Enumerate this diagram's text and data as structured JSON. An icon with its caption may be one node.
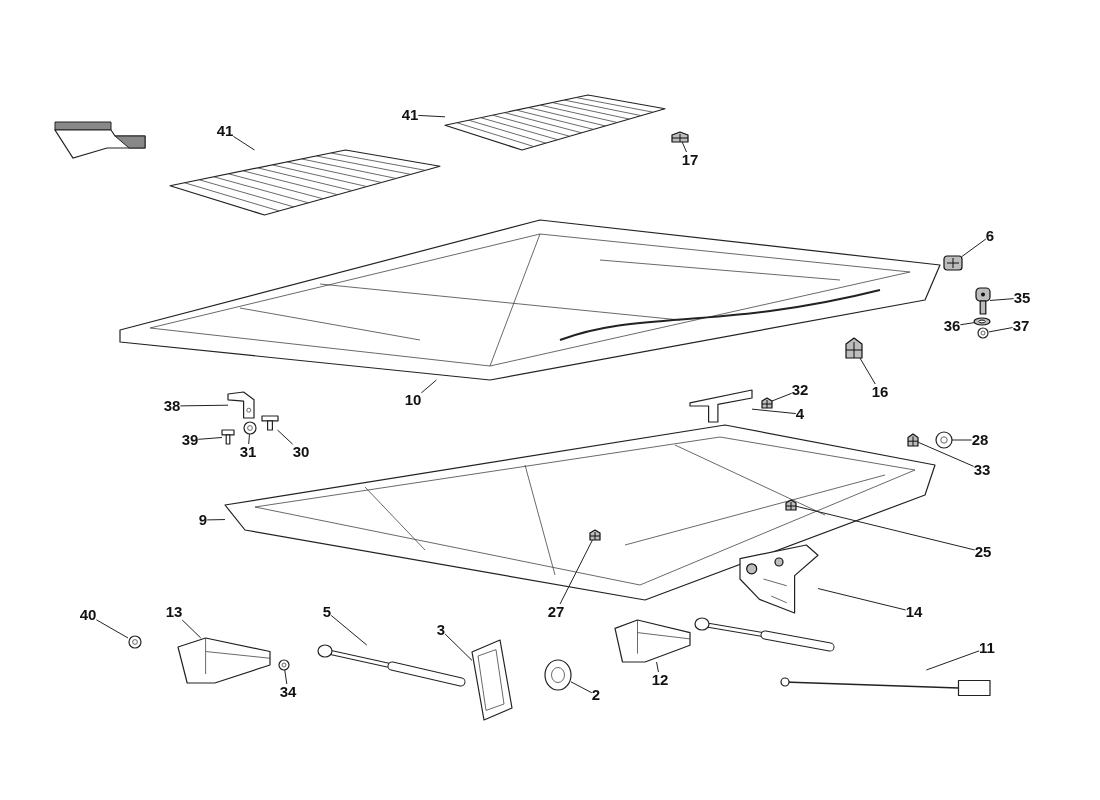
{
  "diagram": {
    "nodes": [
      {
        "text": [
          "41"
        ]
      },
      {
        "text": [
          "41"
        ]
      },
      {
        "text": [
          "17"
        ]
      },
      {
        "text": [
          "6"
        ]
      },
      {
        "text": [
          "35"
        ]
      },
      {
        "text": [
          "36"
        ]
      },
      {
        "text": [
          "37"
        ]
      },
      {
        "text": [
          "32"
        ]
      },
      {
        "text": [
          "16"
        ]
      },
      {
        "text": [
          "38"
        ]
      },
      {
        "text": [
          "10"
        ]
      },
      {
        "text": [
          "4"
        ]
      },
      {
        "text": [
          "39"
        ]
      },
      {
        "text": [
          "31"
        ]
      },
      {
        "text": [
          "30"
        ]
      },
      {
        "text": [
          "28"
        ]
      },
      {
        "text": [
          "33"
        ]
      },
      {
        "text": [
          "9"
        ]
      },
      {
        "text": [
          "25"
        ]
      },
      {
        "text": [
          "14"
        ]
      },
      {
        "text": [
          "27"
        ]
      },
      {
        "text": [
          "40"
        ]
      },
      {
        "text": [
          "13"
        ]
      },
      {
        "text": [
          "5"
        ]
      },
      {
        "text": [
          "3"
        ]
      },
      {
        "text": [
          "11"
        ]
      },
      {
        "text": [
          "34"
        ]
      },
      {
        "text": [
          "12"
        ]
      },
      {
        "text": [
          "2"
        ]
      },
      {
        "text": [],
        "shape": "picture"
      },
      {
        "text": [],
        "shape": "picture"
      },
      {
        "text": [],
        "shape": "picture"
      },
      {
        "text": [],
        "shape": "picture"
      },
      {
        "text": [],
        "shape": "picture"
      },
      {
        "text": [],
        "shape": "picture"
      },
      {
        "text": [],
        "shape": "picture"
      },
      {
        "text": [],
        "shape": "picture"
      },
      {
        "text": [],
        "shape": "picture"
      },
      {
        "text": [],
        "shape": "picture"
      },
      {
        "text": [],
        "shape": "picture"
      },
      {
        "text": [],
        "shape": "picture"
      },
      {
        "text": [],
        "shape": "picture"
      },
      {
        "text": [],
        "shape": "picture"
      },
      {
        "text": [],
        "shape": "picture"
      },
      {
        "text": [],
        "shape": "picture"
      },
      {
        "text": [],
        "shape": "picture"
      },
      {
        "text": [],
        "shape": "picture"
      },
      {
        "text": [],
        "shape": "picture",
        "in": 46
      },
      {
        "text": [],
        "shape": "picture"
      },
      {
        "text": [],
        "shape": "picture",
        "in": 46
      },
      {
        "text": [],
        "shape": "picture"
      },
      {
        "text": [],
        "shape": "picture"
      },
      {
        "text": [],
        "shape": "picture"
      },
      {
        "text": [],
        "shape": "picture"
      },
      {
        "text": [],
        "shape": "picture"
      },
      {
        "text": [],
        "shape": "picture"
      },
      {
        "text": [],
        "shape": "picture"
      },
      {
        "text": [],
        "shape": "picture"
      }
    ],
    "edges": [
      {
        "from": 0,
        "to": 29,
        "arrow": "none"
      },
      {
        "from": 1,
        "to": 30,
        "arrow": "none"
      },
      {
        "from": 2,
        "to": 31,
        "arrow": "none"
      },
      {
        "from": 3,
        "to": 32,
        "arrow": "none"
      },
      {
        "from": 4,
        "to": 33,
        "arrow": "none"
      },
      {
        "from": 5,
        "to": 34,
        "arrow": "none"
      },
      {
        "from": 6,
        "to": 35,
        "arrow": "none"
      },
      {
        "from": 7,
        "to": 36,
        "arrow": "none"
      },
      {
        "from": 8,
        "to": 37,
        "arrow": "none"
      },
      {
        "from": 9,
        "to": 38,
        "arrow": "none"
      },
      {
        "from": 10,
        "to": 39,
        "arrow": "none"
      },
      {
        "from": 11,
        "to": 40,
        "arrow": "none"
      },
      {
        "from": 12,
        "to": 41,
        "arrow": "none"
      },
      {
        "from": 13,
        "to": 42,
        "arrow": "none"
      },
      {
        "from": 14,
        "to": 43,
        "arrow": "none"
      },
      {
        "from": 15,
        "to": 44,
        "arrow": "none"
      },
      {
        "from": 16,
        "to": 45,
        "arrow": "none"
      },
      {
        "from": 17,
        "to": 46,
        "arrow": "none"
      },
      {
        "from": 18,
        "to": 47,
        "arrow": "none"
      },
      {
        "from": 19,
        "to": 48,
        "arrow": "none"
      },
      {
        "from": 20,
        "to": 49,
        "arrow": "none"
      },
      {
        "from": 21,
        "to": 50,
        "arrow": "none"
      },
      {
        "from": 22,
        "to": 51,
        "arrow": "none"
      },
      {
        "from": 23,
        "to": 52,
        "arrow": "none"
      },
      {
        "from": 24,
        "to": 53,
        "arrow": "none"
      },
      {
        "from": 25,
        "to": 54,
        "arrow": "none"
      },
      {
        "from": 26,
        "to": 55,
        "arrow": "none"
      },
      {
        "from": 27,
        "to": 56,
        "arrow": "none"
      },
      {
        "from": 28,
        "to": 57,
        "arrow": "none"
      }
    ]
  }
}
